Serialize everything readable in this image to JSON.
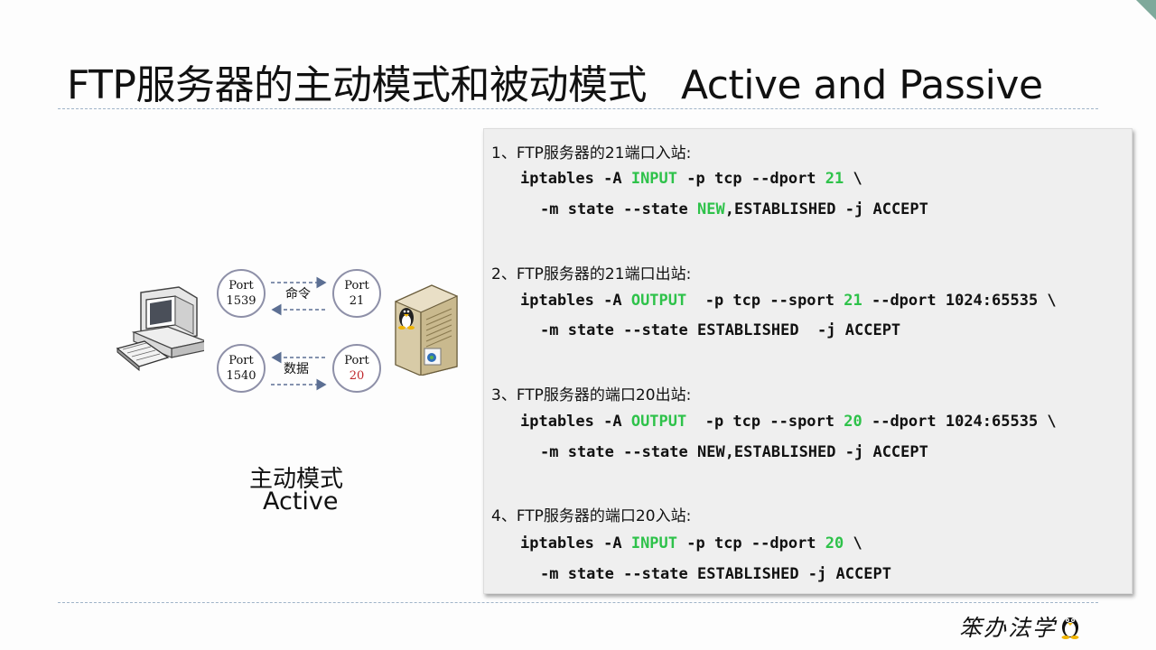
{
  "title": {
    "cn": "FTP服务器的主动模式和被动模式",
    "en": "Active and Passive"
  },
  "diagram": {
    "ports": {
      "client_cmd": {
        "label": "Port",
        "num": "1539"
      },
      "server_cmd": {
        "label": "Port",
        "num": "21"
      },
      "client_data": {
        "label": "Port",
        "num": "1540"
      },
      "server_data": {
        "label": "Port",
        "num": "20"
      }
    },
    "cmd_label": "命令",
    "data_label": "数据",
    "mode_cn": "主动模式",
    "mode_en": "Active",
    "icons": [
      "computer-icon",
      "linux-server-icon"
    ]
  },
  "rules": [
    {
      "heading": "1、FTP服务器的21端口入站:",
      "line1": [
        "iptables -A ",
        "INPUT",
        " -p tcp --dport ",
        "21",
        " \\"
      ],
      "line2": [
        "-m state --state ",
        "NEW",
        ",ESTABLISHED -j ACCEPT"
      ]
    },
    {
      "heading": "2、FTP服务器的21端口出站:",
      "line1": [
        "iptables -A ",
        "OUTPUT",
        "  -p tcp --sport ",
        "21",
        " --dport 1024:65535 \\"
      ],
      "line2": [
        "-m state --state ESTABLISHED  -j ACCEPT"
      ]
    },
    {
      "heading": "3、FTP服务器的端口20出站:",
      "line1": [
        "iptables -A ",
        "OUTPUT",
        "  -p tcp --sport ",
        "20",
        " --dport 1024:65535 \\"
      ],
      "line2": [
        "-m state --state NEW,ESTABLISHED -j ACCEPT"
      ]
    },
    {
      "heading": "4、FTP服务器的端口20入站:",
      "line1": [
        "iptables -A ",
        "INPUT",
        " -p tcp --dport ",
        "20",
        " \\"
      ],
      "line2": [
        "-m state --state ESTABLISHED -j ACCEPT"
      ]
    }
  ],
  "logo": {
    "text": "笨办法学",
    "icon": "penguin-icon"
  },
  "colors": {
    "keyword": "#2ec24a",
    "port20": "#c0282e",
    "accent": "#7fa99b"
  }
}
